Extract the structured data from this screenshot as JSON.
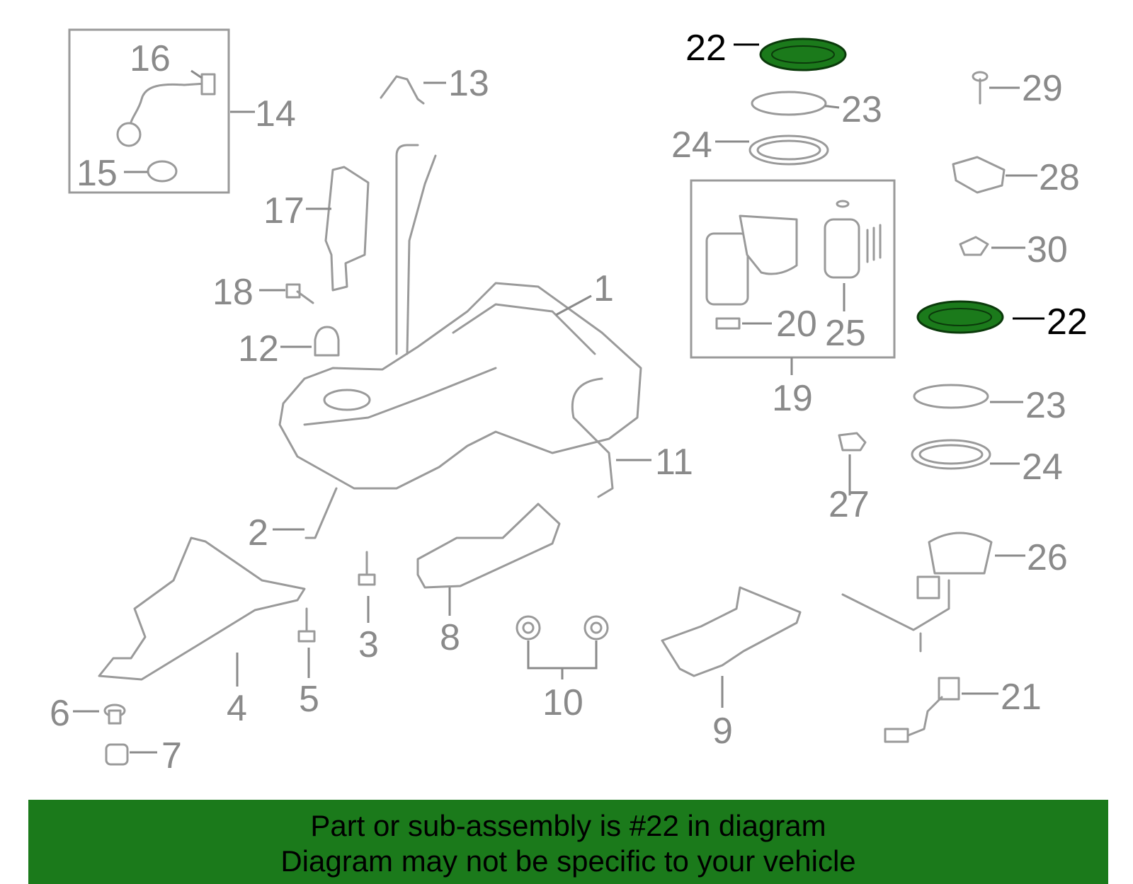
{
  "callouts": [
    {
      "id": "1",
      "text": "1"
    },
    {
      "id": "2",
      "text": "2"
    },
    {
      "id": "3",
      "text": "3"
    },
    {
      "id": "4",
      "text": "4"
    },
    {
      "id": "5",
      "text": "5"
    },
    {
      "id": "6",
      "text": "6"
    },
    {
      "id": "7",
      "text": "7"
    },
    {
      "id": "8",
      "text": "8"
    },
    {
      "id": "9",
      "text": "9"
    },
    {
      "id": "10",
      "text": "10"
    },
    {
      "id": "11",
      "text": "11"
    },
    {
      "id": "12",
      "text": "12"
    },
    {
      "id": "13",
      "text": "13"
    },
    {
      "id": "14",
      "text": "14"
    },
    {
      "id": "15",
      "text": "15"
    },
    {
      "id": "16",
      "text": "16"
    },
    {
      "id": "17",
      "text": "17"
    },
    {
      "id": "18",
      "text": "18"
    },
    {
      "id": "19",
      "text": "19"
    },
    {
      "id": "20",
      "text": "20"
    },
    {
      "id": "21",
      "text": "21"
    },
    {
      "id": "22a",
      "text": "22"
    },
    {
      "id": "22b",
      "text": "22"
    },
    {
      "id": "23a",
      "text": "23"
    },
    {
      "id": "23b",
      "text": "23"
    },
    {
      "id": "24a",
      "text": "24"
    },
    {
      "id": "24b",
      "text": "24"
    },
    {
      "id": "25",
      "text": "25"
    },
    {
      "id": "26",
      "text": "26"
    },
    {
      "id": "27",
      "text": "27"
    },
    {
      "id": "28",
      "text": "28"
    },
    {
      "id": "29",
      "text": "29"
    },
    {
      "id": "30",
      "text": "30"
    }
  ],
  "highlight_part": "22",
  "colors": {
    "highlight": "#1b7a1b",
    "line": "#9a9a9a",
    "label": "#8a8a8a"
  },
  "banner": {
    "line1": "Part or sub-assembly is #22 in diagram",
    "line2": "Diagram may not be specific to your vehicle"
  }
}
